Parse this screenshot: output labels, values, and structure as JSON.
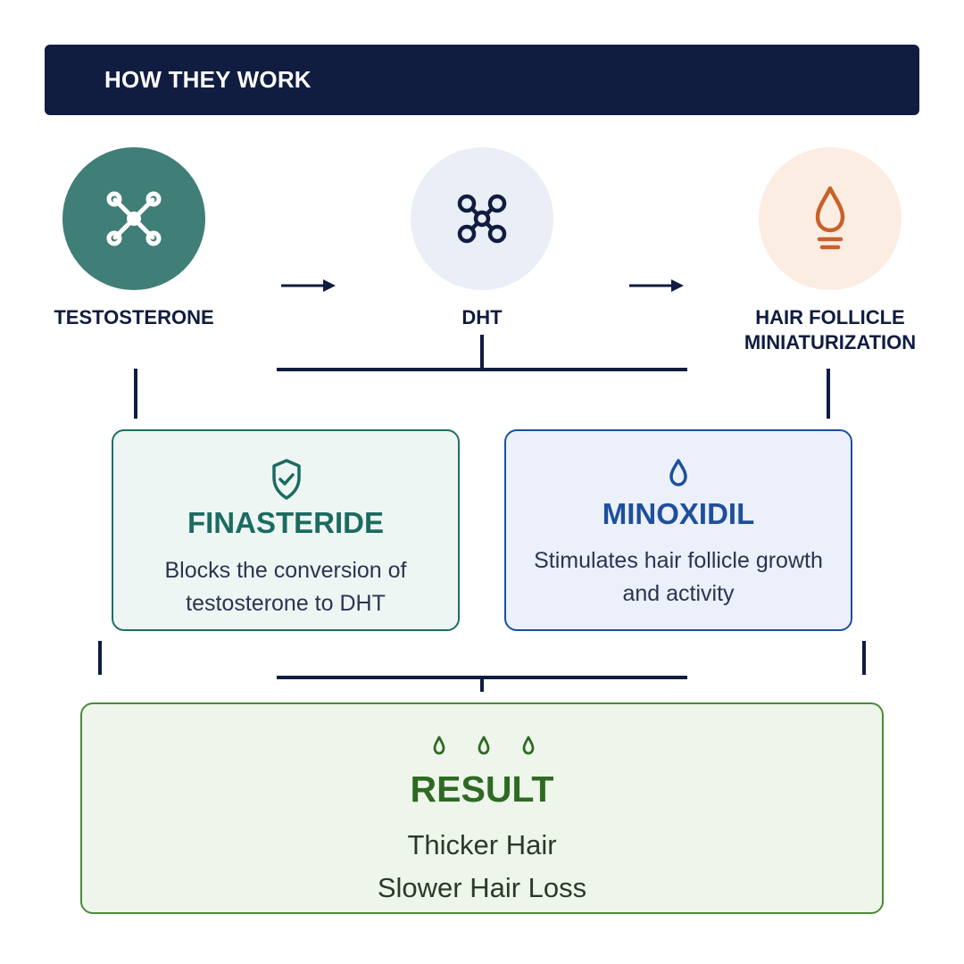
{
  "header": {
    "title": "HOW THEY WORK"
  },
  "nodes": [
    {
      "label": "TESTOSTERONE",
      "icon": "molecule-icon",
      "color": "#3f7f77"
    },
    {
      "label": "DHT",
      "icon": "molecule-cluster-icon",
      "color": "#101c40"
    },
    {
      "label_lines": [
        "HAIR FOLLICLE",
        "MINIATURIZATION"
      ],
      "icon": "follicle-drop-icon",
      "color": "#c8612a"
    }
  ],
  "finasteride": {
    "title": "FINASTERIDE",
    "description_lines": [
      "Blocks the conversion of",
      "testosterone to DHT"
    ],
    "icon": "shield-check-icon",
    "color": "#1b6b60"
  },
  "minoxidil": {
    "title": "MINOXIDIL",
    "description_lines": [
      "Stimulates hair follicle growth",
      "and activity"
    ],
    "icon": "drop-icon",
    "color": "#1e4f9c"
  },
  "result": {
    "title": "RESULT",
    "lines": [
      "Thicker Hair",
      "Slower Hair Loss"
    ],
    "icon": "three-drops-icon",
    "color": "#2f6a22"
  }
}
